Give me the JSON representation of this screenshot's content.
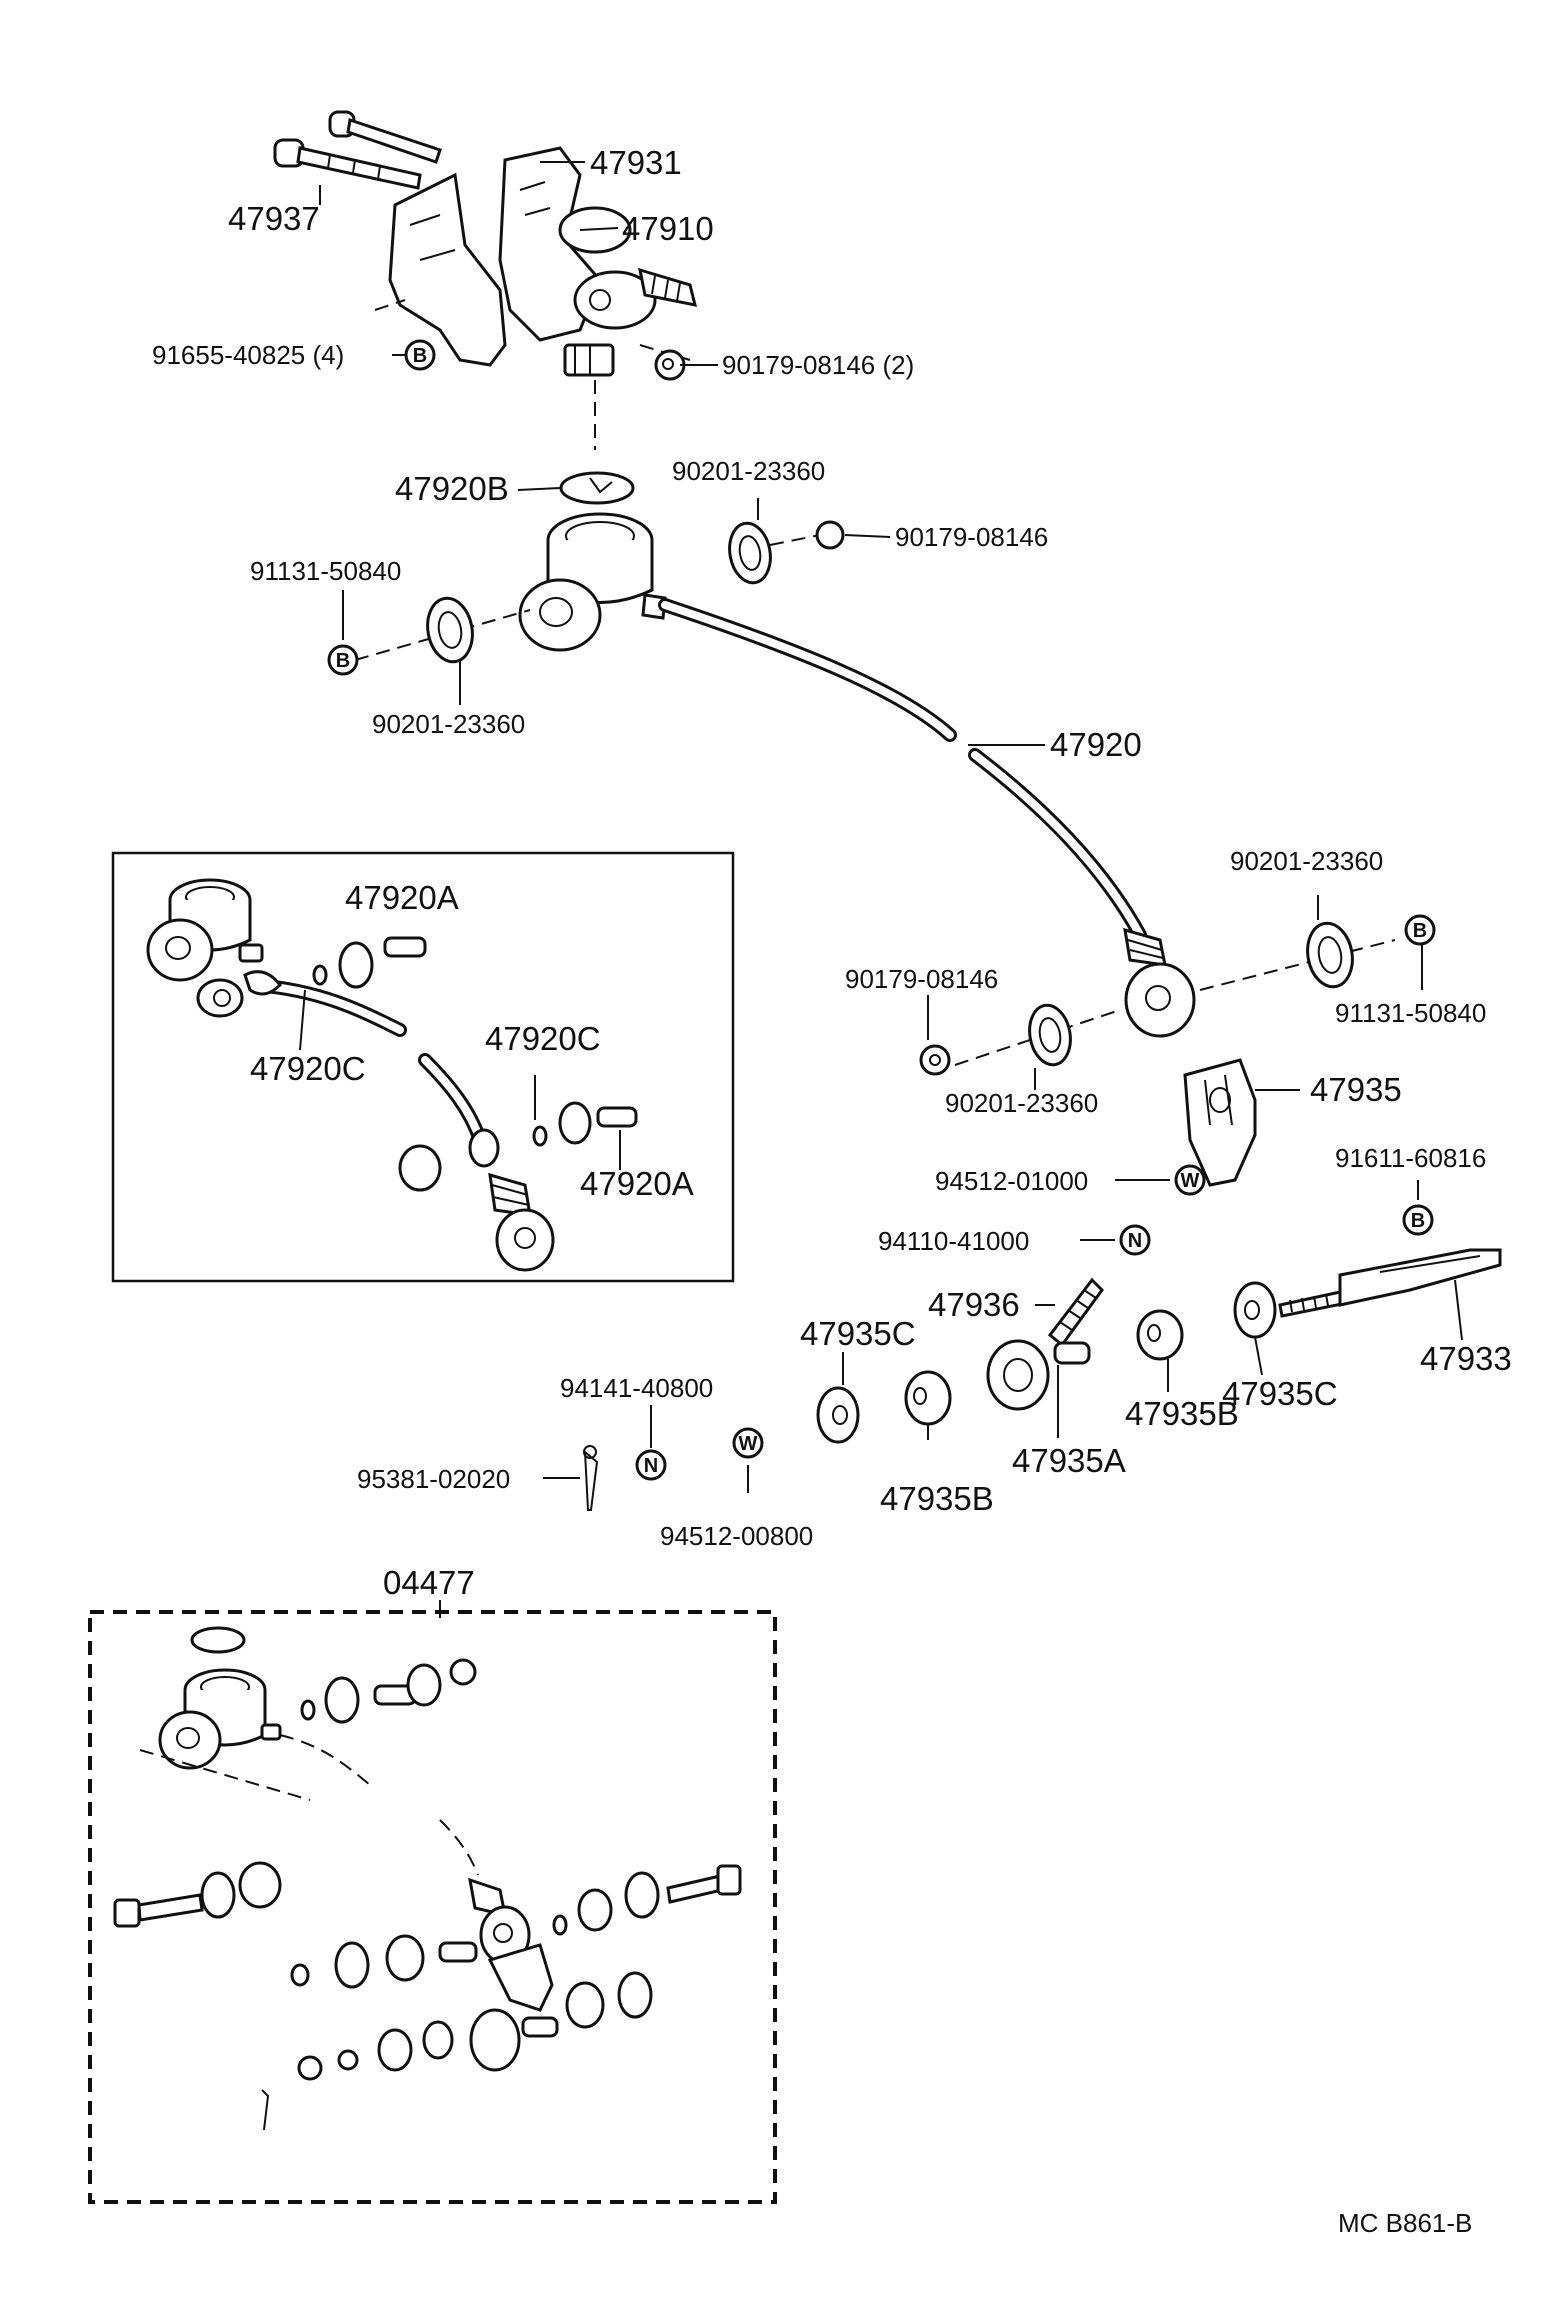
{
  "labels": {
    "p47931": "47931",
    "p47937": "47937",
    "p47910": "47910",
    "p91655": "91655-40825 (4)",
    "p90179_top": "90179-08146 (2)",
    "p47920B": "47920B",
    "p90201_a": "90201-23360",
    "p90179_a": "90179-08146",
    "p91131_a": "91131-50840",
    "p90201_b": "90201-23360",
    "p47920": "47920",
    "p47920A_1": "47920A",
    "p47920C_1": "47920C",
    "p47920C_2": "47920C",
    "p47920A_2": "47920A",
    "p90201_c": "90201-23360",
    "p91131_b": "91131-50840",
    "p90179_b": "90179-08146",
    "p90201_d": "90201-23360",
    "p47935": "47935",
    "p94512_a": "94512-01000",
    "p91611": "91611-60816",
    "p94110": "94110-41000",
    "p47936": "47936",
    "p47935C_1": "47935C",
    "p47933": "47933",
    "p94141": "94141-40800",
    "p47935B_1": "47935B",
    "p47935C_2": "47935C",
    "p47935A": "47935A",
    "p95381": "95381-02020",
    "p47935B_2": "47935B",
    "p94512_b": "94512-00800",
    "p04477": "04477",
    "footer_code": "MC  B861-B"
  },
  "symbols": {
    "b": "B",
    "n": "N",
    "w": "W"
  }
}
